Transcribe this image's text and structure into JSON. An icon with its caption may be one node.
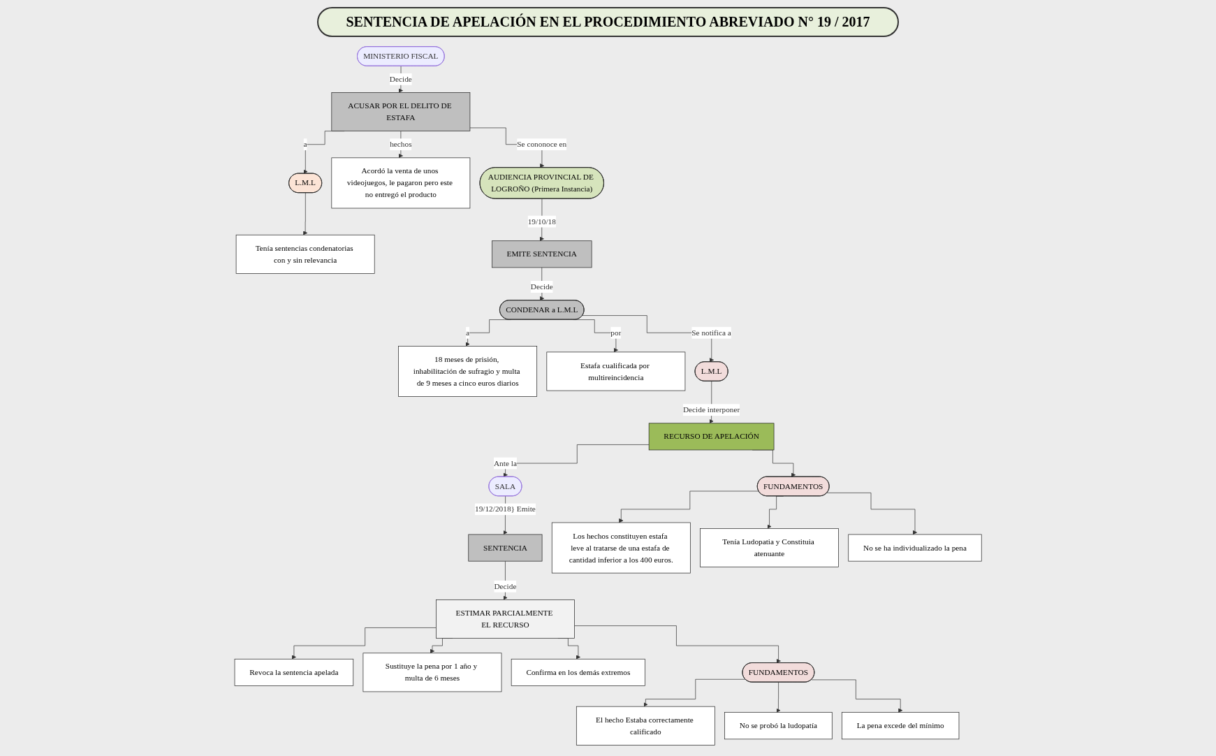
{
  "diagram": {
    "title": "SENTENCIA DE APELACIÓN EN EL PROCEDIMIENTO ABREVIADO N° 19 / 2017",
    "nodes": [
      {
        "text": [
          "MINISTERIO FISCAL"
        ]
      },
      {
        "text": [
          "ACUSAR POR EL DELITO DE ESTAFA"
        ]
      },
      {
        "text": [
          "L.M.L"
        ]
      },
      {
        "text": [
          "Tenía sentencias condenatorias con y sin relevancia"
        ]
      },
      {
        "text": [
          "Acordó la venta de unos videojuegos, le pagaron pero este no entregó el producto"
        ]
      },
      {
        "text": [
          "AUDIENCIA PROVINCIAL DE LOGROÑO (Primera Instancia)"
        ]
      },
      {
        "text": [
          "EMITE SENTENCIA"
        ]
      },
      {
        "text": [
          "CONDENAR a L.M.L"
        ]
      },
      {
        "text": [
          "18 meses de prisión, inhabilitación de sufragio y multa de 9 meses a cinco euros diarios"
        ]
      },
      {
        "text": [
          "Estafa cualificada por multireincidencia"
        ]
      },
      {
        "text": [
          "L.M.L"
        ]
      },
      {
        "text": [
          "RECURSO DE APELACIÓN"
        ]
      },
      {
        "text": [
          "SALA"
        ]
      },
      {
        "text": [
          "SENTENCIA"
        ]
      },
      {
        "text": [
          "ESTIMAR PARCIALMENTE EL RECURSO"
        ]
      },
      {
        "text": [
          "Revoca la sentencia apelada"
        ]
      },
      {
        "text": [
          "Sustituye la pena por 1 año y multa de 6 meses"
        ]
      },
      {
        "text": [
          "Confirma en los demás extremos"
        ]
      },
      {
        "text": [
          "FUNDAMENTOS"
        ]
      },
      {
        "text": [
          "El hecho Estaba correctamente calificado"
        ]
      },
      {
        "text": [
          "No se probó la ludopatía"
        ]
      },
      {
        "text": [
          "La pena excede del mínimo"
        ]
      },
      {
        "text": [
          "FUNDAMENTOS"
        ]
      },
      {
        "text": [
          "Los hechos constituyen estafa leve al tratarse de una estafa de cantidad inferior a los 400 euros."
        ]
      },
      {
        "text": [
          "Tenía Ludopatia y Constituia atenuante"
        ]
      },
      {
        "text": [
          "No se ha individualizado la pena"
        ]
      }
    ],
    "edges": [
      {
        "from": 0,
        "to": 1,
        "arrow": "to",
        "label": "Decide"
      },
      {
        "from": 1,
        "to": 2,
        "arrow": "to",
        "label": "a"
      },
      {
        "from": 2,
        "to": 3,
        "arrow": "to"
      },
      {
        "from": 1,
        "to": 4,
        "arrow": "to",
        "label": "hechos"
      },
      {
        "from": 1,
        "to": 5,
        "arrow": "to",
        "label": "Se cononoce en"
      },
      {
        "from": 5,
        "to": 6,
        "arrow": "to",
        "label": "19/10/18"
      },
      {
        "from": 6,
        "to": 7,
        "arrow": "to",
        "label": "Decide"
      },
      {
        "from": 7,
        "to": 8,
        "arrow": "to",
        "label": "a"
      },
      {
        "from": 7,
        "to": 9,
        "arrow": "to",
        "label": "por"
      },
      {
        "from": 7,
        "to": 10,
        "arrow": "to",
        "label": "Se notifica a"
      },
      {
        "from": 10,
        "to": 11,
        "arrow": "to",
        "label": "Decide interponer"
      },
      {
        "from": 11,
        "to": 12,
        "arrow": "to",
        "label": "Ante la"
      },
      {
        "from": 12,
        "to": 13,
        "arrow": "to",
        "label": "19/12/2018} Emite"
      },
      {
        "from": 13,
        "to": 14,
        "arrow": "to",
        "label": "Decide"
      },
      {
        "from": 14,
        "to": 15,
        "arrow": "to"
      },
      {
        "from": 14,
        "to": 16,
        "arrow": "to"
      },
      {
        "from": 14,
        "to": 17,
        "arrow": "to"
      },
      {
        "from": 14,
        "to": 18,
        "arrow": "to"
      },
      {
        "from": 18,
        "to": 19,
        "arrow": "to"
      },
      {
        "from": 18,
        "to": 20,
        "arrow": "to"
      },
      {
        "from": 18,
        "to": 21,
        "arrow": "to"
      },
      {
        "from": 11,
        "to": 22,
        "arrow": "to"
      },
      {
        "from": 22,
        "to": 23,
        "arrow": "to"
      },
      {
        "from": 22,
        "to": 24,
        "arrow": "to"
      },
      {
        "from": 22,
        "to": 25,
        "arrow": "to"
      }
    ]
  }
}
